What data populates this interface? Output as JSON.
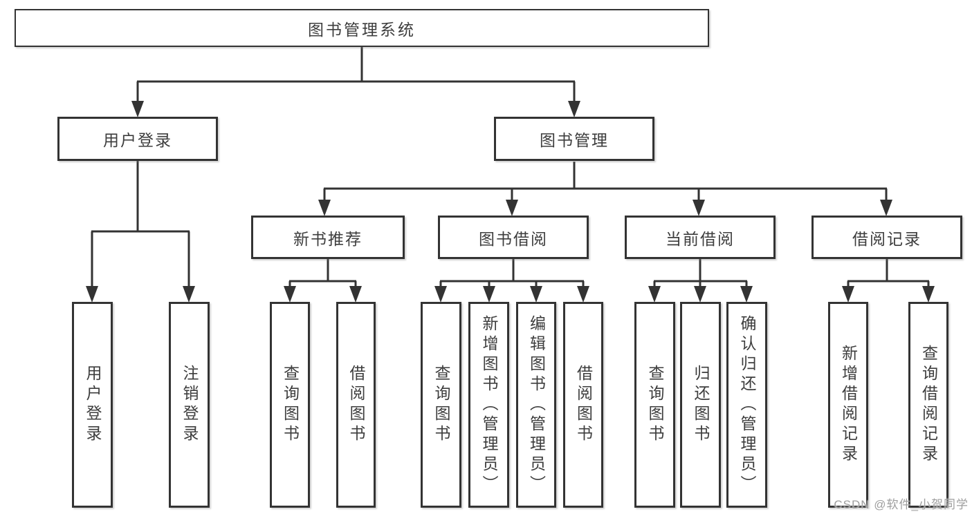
{
  "title": {
    "label": "图书管理系统"
  },
  "level2": {
    "user_login": "用户登录",
    "book_mgmt": "图书管理"
  },
  "level3": {
    "new_books": "新书推荐",
    "book_borrow": "图书借阅",
    "current_borrow": "当前借阅",
    "borrow_records": "借阅记录"
  },
  "leaves": {
    "user": [
      "用户登录",
      "注销登录"
    ],
    "new_books": [
      "查询图书",
      "借阅图书"
    ],
    "book_borrow": [
      "查询图书",
      "新增图书（管理员）",
      "编辑图书（管理员）",
      "借阅图书"
    ],
    "current_borrow": [
      "查询图书",
      "归还图书",
      "确认归还（管理员）"
    ],
    "borrow_records": [
      "新增借阅记录",
      "查询借阅记录"
    ]
  },
  "watermark": {
    "text": "CSDN @软件_小贺同学"
  },
  "colors": {
    "line": "#333333",
    "text": "#3d3d3d",
    "watermark": "#9e9e9e",
    "background": "#ffffff"
  }
}
